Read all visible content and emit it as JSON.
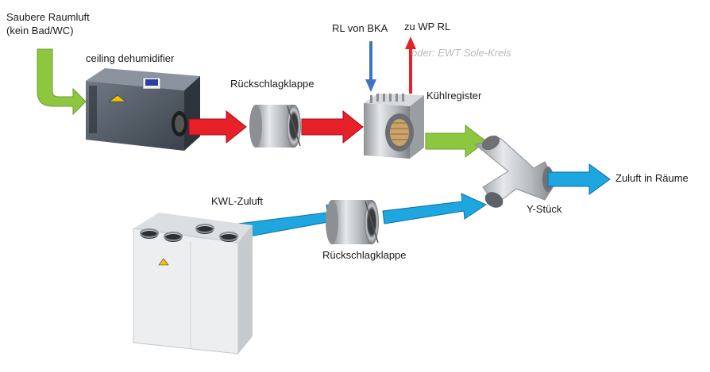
{
  "labels": {
    "source_line1": "Saubere Raumluft",
    "source_line2": "(kein Bad/WC)",
    "dehumidifier": "ceiling dehumidifier",
    "check_valve_top": "Rückschlagklappe",
    "rl_bka": "RL von BKA",
    "zu_wp_rl": "zu WP RL",
    "alt_note": "oder: EWT Sole-Kreis",
    "cooling_coil": "Kühlregister",
    "kwl_supply": "KWL-Zuluft",
    "y_piece": "Y-Stück",
    "supply_rooms": "Zuluft in Räume",
    "check_valve_bottom": "Rückschlagklappe"
  },
  "colors": {
    "arrow_green": "#8DC63F",
    "arrow_red": "#E8202A",
    "arrow_blue": "#1EA6E0",
    "pipe_blue": "#3F74C4",
    "pipe_red": "#E8202A"
  }
}
